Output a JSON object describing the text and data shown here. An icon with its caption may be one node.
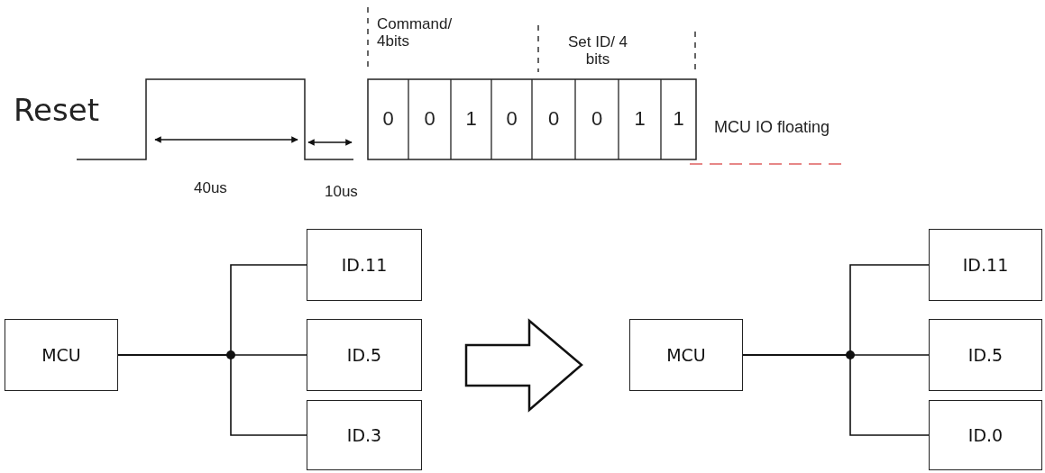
{
  "diagram": {
    "nodes": [
      {
        "text": [
          "MCU"
        ]
      },
      {
        "text": [
          "ID.11"
        ]
      },
      {
        "text": [
          "ID.5"
        ]
      },
      {
        "text": [
          "ID.3"
        ]
      },
      {
        "text": [
          "MCU"
        ]
      },
      {
        "text": [
          "ID.11"
        ]
      },
      {
        "text": [
          "ID.5"
        ]
      },
      {
        "text": [
          "ID.0"
        ]
      }
    ],
    "edges": [
      {
        "from": 0,
        "to": 1,
        "arrow": "none"
      },
      {
        "from": 0,
        "to": 2,
        "arrow": "none"
      },
      {
        "from": 0,
        "to": 3,
        "arrow": "none"
      },
      {
        "from": 4,
        "to": 5,
        "arrow": "none"
      },
      {
        "from": 4,
        "to": 6,
        "arrow": "none"
      },
      {
        "from": 4,
        "to": 7,
        "arrow": "none"
      }
    ],
    "labels": [
      "Command/ 4bits",
      "Set ID/ 4 bits",
      "Reset",
      "0",
      "0",
      "1",
      "0",
      "0",
      "0",
      "1",
      "1",
      "MCU IO floating",
      "40us",
      "10us"
    ]
  }
}
